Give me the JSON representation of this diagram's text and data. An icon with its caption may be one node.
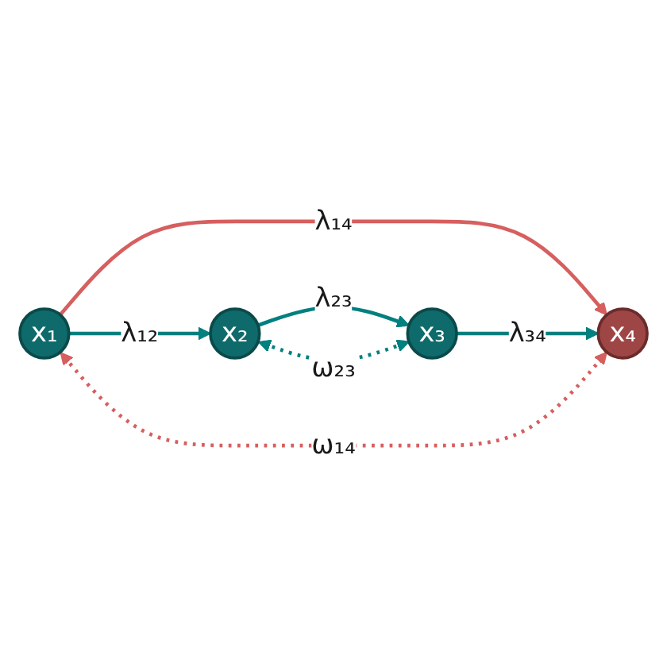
{
  "diagram": {
    "nodes": [
      {
        "text": [
          "x₁"
        ]
      },
      {
        "text": [
          "x₂"
        ]
      },
      {
        "text": [
          "x₃"
        ]
      },
      {
        "text": [
          "x₄"
        ]
      }
    ],
    "edges": [
      {
        "from": 0,
        "to": 1,
        "arrow": "to",
        "label": "λ₁₂"
      },
      {
        "from": 0,
        "to": 3,
        "arrow": "to",
        "label": "λ₁₄",
        "color": "#d65f5f"
      },
      {
        "from": 1,
        "to": 2,
        "arrow": "to",
        "label": "λ₂₃"
      },
      {
        "from": 2,
        "to": 3,
        "arrow": "to",
        "label": "λ₃₄"
      },
      {
        "from": 1,
        "to": 2,
        "arrow": "both",
        "label": "ω₂₃",
        "style": "dashed"
      },
      {
        "from": 0,
        "to": 3,
        "arrow": "both",
        "label": "ω₁₄",
        "style": "dashed",
        "color": "#d65f5f"
      }
    ]
  }
}
